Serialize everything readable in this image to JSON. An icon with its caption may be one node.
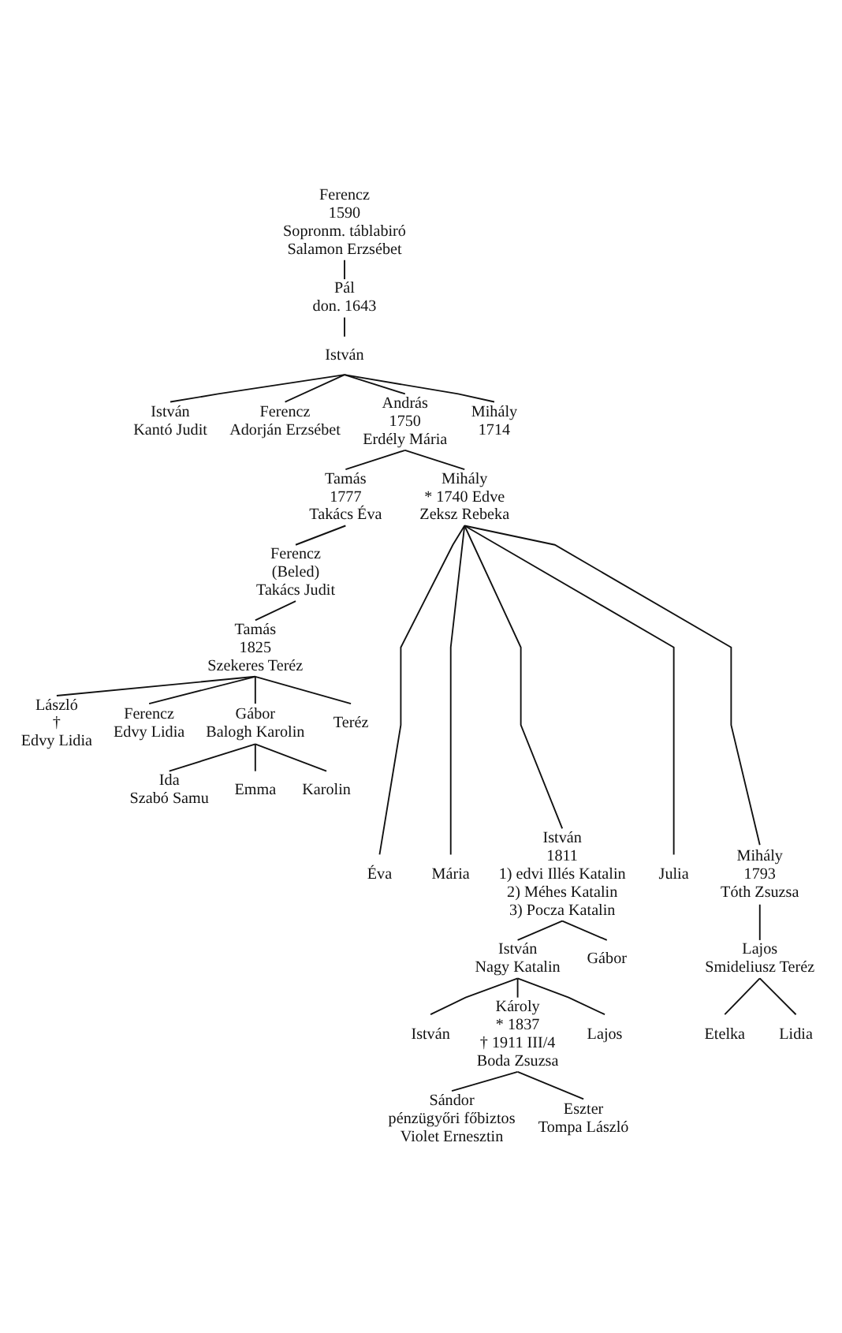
{
  "diagram": {
    "nodes": [
      {
        "text": [
          "Ferencz",
          "1590",
          "Sopronm. táblabiró",
          "Salamon Erzsébet"
        ]
      },
      {
        "text": [
          "Pál",
          "don. 1643"
        ]
      },
      {
        "text": [
          "István"
        ]
      },
      {
        "text": [
          "István",
          "Kantó Judit"
        ]
      },
      {
        "text": [
          "Ferencz",
          "Adorján Erzsébet"
        ]
      },
      {
        "text": [
          "András",
          "1750",
          "Erdély Mária"
        ]
      },
      {
        "text": [
          "Mihály",
          "1714"
        ]
      },
      {
        "text": [
          "Tamás",
          "1777",
          "Takács Éva"
        ]
      },
      {
        "text": [
          "Mihály",
          "* 1740 Edve",
          "Zeksz Rebeka"
        ]
      },
      {
        "text": [
          "Ferencz",
          "(Beled)",
          "Takács Judit"
        ]
      },
      {
        "text": [
          "Tamás",
          "1825",
          "Szekeres Teréz"
        ]
      },
      {
        "text": [
          "László",
          "†",
          "Edvy Lidia"
        ]
      },
      {
        "text": [
          "Ferencz",
          "Edvy Lidia"
        ]
      },
      {
        "text": [
          "Gábor",
          "Balogh Karolin"
        ]
      },
      {
        "text": [
          "Teréz"
        ]
      },
      {
        "text": [
          "Ida",
          "Szabó Samu"
        ]
      },
      {
        "text": [
          "Emma"
        ]
      },
      {
        "text": [
          "Karolin"
        ]
      },
      {
        "text": [
          "Éva"
        ]
      },
      {
        "text": [
          "Mária"
        ]
      },
      {
        "text": [
          "István",
          "1811",
          "1) edvi Illés Katalin",
          "2) Méhes Katalin",
          "3) Pocza Katalin"
        ]
      },
      {
        "text": [
          "Julia"
        ]
      },
      {
        "text": [
          "Mihály",
          "1793",
          "Tóth Zsuzsa"
        ]
      },
      {
        "text": [
          "Lajos",
          "Smideliusz Teréz"
        ]
      },
      {
        "text": [
          "Etelka"
        ]
      },
      {
        "text": [
          "Lidia"
        ]
      },
      {
        "text": [
          "István",
          "Nagy Katalin"
        ]
      },
      {
        "text": [
          "Gábor"
        ]
      },
      {
        "text": [
          "István"
        ]
      },
      {
        "text": [
          "Károly",
          "* 1837",
          "† 1911 III/4",
          "Boda Zsuzsa"
        ]
      },
      {
        "text": [
          "Lajos"
        ]
      },
      {
        "text": [
          "Sándor",
          "pénzügyőri főbiztos",
          "Violet Ernesztin"
        ]
      },
      {
        "text": [
          "Eszter",
          "Tompa László"
        ]
      }
    ],
    "edges": [
      {
        "from": 0,
        "to": 1,
        "arrow": "none"
      },
      {
        "from": 1,
        "to": 2,
        "arrow": "none"
      },
      {
        "from": 2,
        "to": 3,
        "arrow": "none"
      },
      {
        "from": 2,
        "to": 4,
        "arrow": "none"
      },
      {
        "from": 2,
        "to": 5,
        "arrow": "none"
      },
      {
        "from": 2,
        "to": 6,
        "arrow": "none"
      },
      {
        "from": 5,
        "to": 7,
        "arrow": "none"
      },
      {
        "from": 5,
        "to": 8,
        "arrow": "none"
      },
      {
        "from": 7,
        "to": 9,
        "arrow": "none"
      },
      {
        "from": 9,
        "to": 10,
        "arrow": "none"
      },
      {
        "from": 10,
        "to": 11,
        "arrow": "none"
      },
      {
        "from": 10,
        "to": 12,
        "arrow": "none"
      },
      {
        "from": 10,
        "to": 13,
        "arrow": "none"
      },
      {
        "from": 10,
        "to": 14,
        "arrow": "none"
      },
      {
        "from": 13,
        "to": 15,
        "arrow": "none"
      },
      {
        "from": 13,
        "to": 16,
        "arrow": "none"
      },
      {
        "from": 13,
        "to": 17,
        "arrow": "none"
      },
      {
        "from": 8,
        "to": 18,
        "arrow": "none"
      },
      {
        "from": 8,
        "to": 19,
        "arrow": "none"
      },
      {
        "from": 8,
        "to": 20,
        "arrow": "none"
      },
      {
        "from": 8,
        "to": 21,
        "arrow": "none"
      },
      {
        "from": 8,
        "to": 22,
        "arrow": "none"
      },
      {
        "from": 22,
        "to": 23,
        "arrow": "none"
      },
      {
        "from": 23,
        "to": 24,
        "arrow": "none"
      },
      {
        "from": 23,
        "to": 25,
        "arrow": "none"
      },
      {
        "from": 20,
        "to": 26,
        "arrow": "none"
      },
      {
        "from": 20,
        "to": 27,
        "arrow": "none"
      },
      {
        "from": 26,
        "to": 28,
        "arrow": "none"
      },
      {
        "from": 26,
        "to": 29,
        "arrow": "none"
      },
      {
        "from": 26,
        "to": 30,
        "arrow": "none"
      },
      {
        "from": 29,
        "to": 31,
        "arrow": "none"
      },
      {
        "from": 29,
        "to": 32,
        "arrow": "none"
      }
    ]
  }
}
